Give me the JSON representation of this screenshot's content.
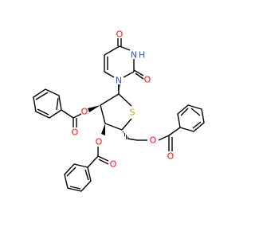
{
  "colors": {
    "oxygen": "#ff0d0d",
    "nitrogen": "#3050f8",
    "sulfur": "#c8a800",
    "carbon": "#000000"
  },
  "labels": {
    "uracil_o_top": "O",
    "uracil_nh": "N",
    "uracil_nh_h": "H",
    "uracil_o_right": "O",
    "uracil_n1": "N",
    "ring_s": "S",
    "ester2_o_link": "O",
    "ester2_o_carbonyl": "O",
    "ester3_o_link": "O",
    "ester3_o_carbonyl": "O",
    "ester5_o_link": "O",
    "ester5_o_carbonyl": "O"
  }
}
